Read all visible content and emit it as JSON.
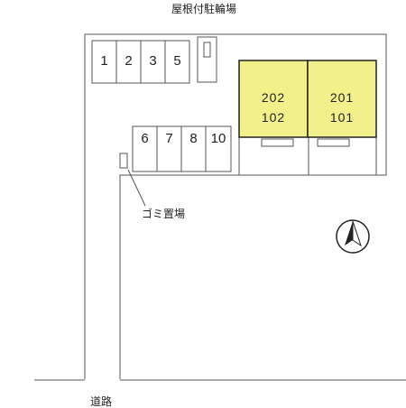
{
  "labels": {
    "bike_shelter": "屋根付駐輪場",
    "garbage_area": "ゴミ置場",
    "road": "道路"
  },
  "parking_top": [
    "1",
    "2",
    "3",
    "5"
  ],
  "parking_mid": [
    "6",
    "7",
    "8",
    "10"
  ],
  "building": {
    "left": {
      "upper": "202",
      "lower": "102"
    },
    "right": {
      "upper": "201",
      "lower": "101"
    },
    "fill_color": "#f2f08a"
  },
  "compass": {
    "icon": "north-arrow-icon"
  }
}
